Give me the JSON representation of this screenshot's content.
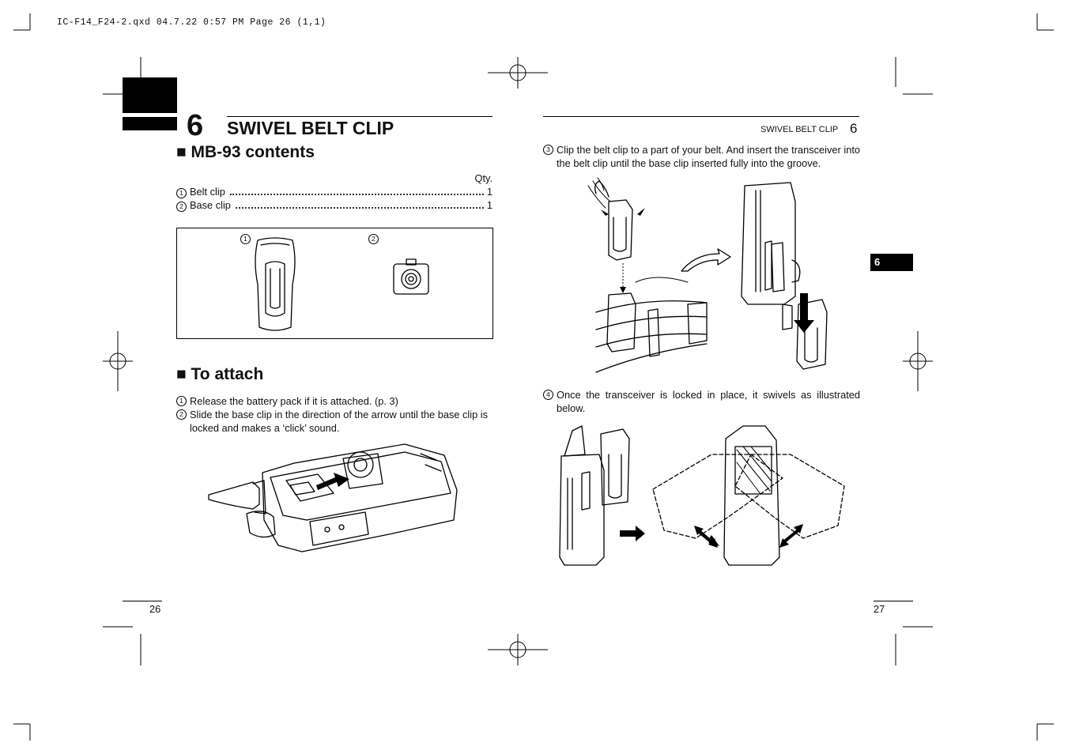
{
  "header": {
    "file_info": "IC-F14_F24-2.qxd  04.7.22 0:57 PM  Page 26 (1,1)"
  },
  "left_page": {
    "chapter_number": "6",
    "chapter_title": "SWIVEL BELT CLIP",
    "contents_heading": "■ MB-93 contents",
    "qty_label": "Qty.",
    "items": [
      {
        "marker": "1",
        "label": "Belt clip",
        "qty": "1"
      },
      {
        "marker": "2",
        "label": "Base clip",
        "qty": "1"
      }
    ],
    "figure_markers": [
      "1",
      "2"
    ],
    "attach_heading": "■ To attach",
    "steps": [
      {
        "marker": "1",
        "text": "Release the battery pack if it is attached. (p. 3)"
      },
      {
        "marker": "2",
        "text": "Slide the base clip in the direction of the arrow until the base clip is locked and makes a ‘click’ sound."
      }
    ],
    "page_number": "26"
  },
  "right_page": {
    "running_header": "SWIVEL BELT CLIP",
    "running_number": "6",
    "steps": [
      {
        "marker": "3",
        "text": "Clip the belt clip to a part of your belt. And insert the transceiver into the belt clip until the base clip inserted fully into the groove."
      },
      {
        "marker": "4",
        "text": "Once the transceiver is locked in place, it swivels as illustrated below."
      }
    ],
    "side_tab": "6",
    "page_number": "27"
  },
  "colors": {
    "ink": "#000000",
    "tab_fill": "#000000",
    "tab_text": "#ffffff"
  }
}
